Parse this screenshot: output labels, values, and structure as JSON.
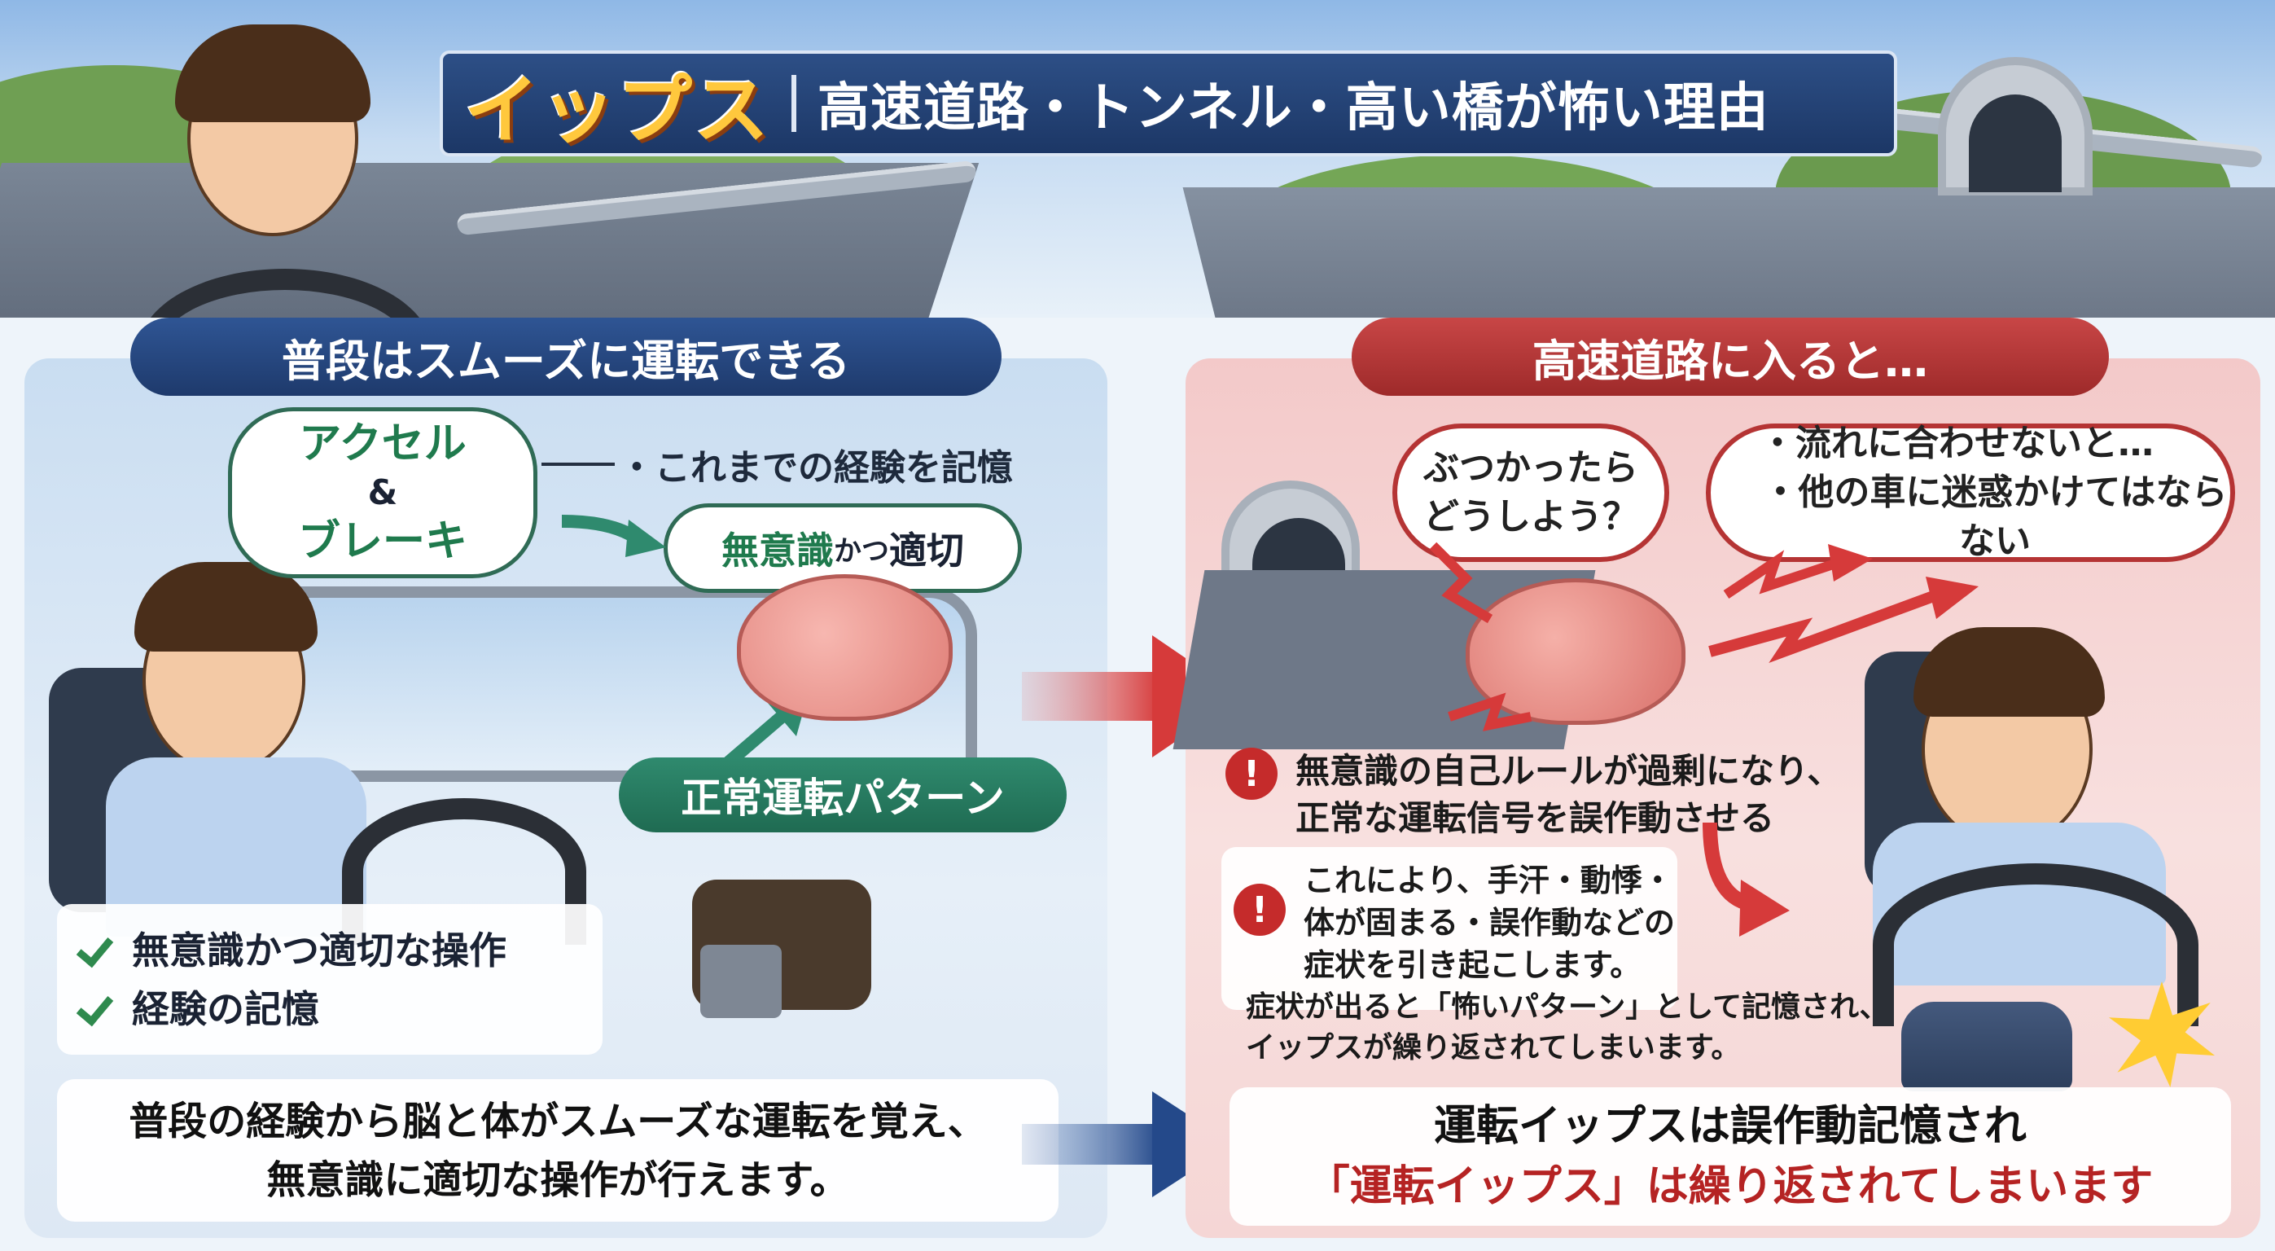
{
  "header": {
    "title": "イップス",
    "subtitle": "高速道路・トンネル・高い橋が怖い理由"
  },
  "left": {
    "heading": "普段はスムーズに運転できる",
    "bubble": {
      "line1": "アクセル",
      "line2": "&",
      "line3": "ブレーキ"
    },
    "note_memory": "・これまでの経験を記憶",
    "note_brain": {
      "emphasis": "無意識",
      "small": "かつ",
      "rest": "適切"
    },
    "pattern_tag": "正常運転パターン",
    "checks": [
      "無意識かつ適切な操作",
      "経験の記憶"
    ],
    "summary": {
      "line1": "普段の経験から脳と体がスムーズな運転を覚え、",
      "line2": "無意識に適切な操作が行えます。"
    }
  },
  "right": {
    "heading": "高速道路に入ると…",
    "thought": {
      "line1": "ぶつかったら",
      "line2": "どうしよう？"
    },
    "worry": {
      "line1": "・流れに合わせないと…",
      "line2": "・他の車に迷惑かけてはならない"
    },
    "warning1": {
      "line1": "無意識の自己ルールが過剰になり、",
      "line2": "正常な運転信号を誤作動させる"
    },
    "warning2": {
      "line1": "これにより、手汗・動悸・",
      "line2": "体が固まる・誤作動などの",
      "line3": "症状を引き起こします。"
    },
    "repeat": {
      "line1": "症状が出ると「怖いパターン」として記憶され、",
      "line2": "イップスが繰り返されてしまいます。"
    },
    "summary": {
      "line1": "運転イップスは誤作動記憶され",
      "line2": "「運転イップス」は繰り返されてしまいます"
    }
  },
  "icons": {
    "warning": "!",
    "check": "check-icon"
  },
  "colors": {
    "title_gold": "#ffc83d",
    "navy": "#1e3a6c",
    "red": "#b53434",
    "green": "#2e8a4e"
  }
}
